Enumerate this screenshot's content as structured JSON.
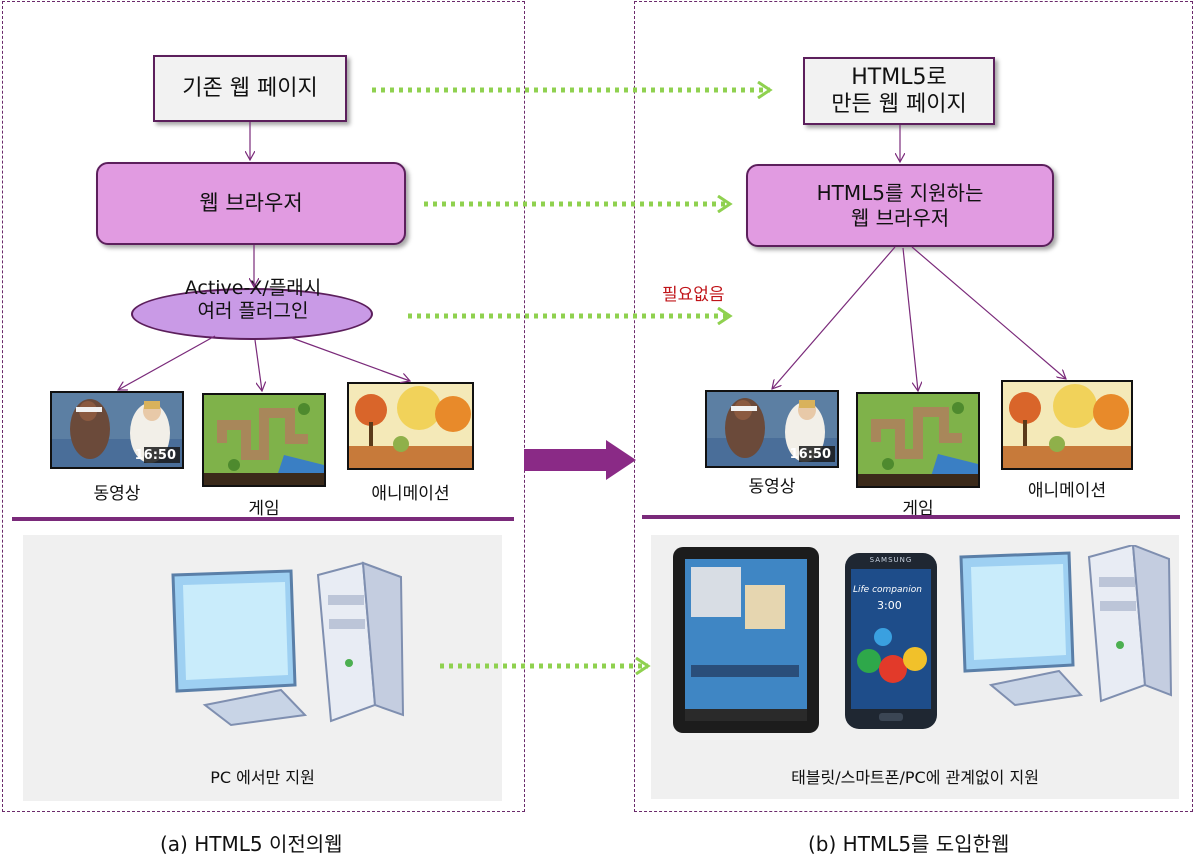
{
  "left": {
    "page_label": "기존 웹 페이지",
    "browser_label": "웹 브라우저",
    "plugin_label": "Active-X/플래시여러 플러그인",
    "media": [
      {
        "label": "동영상",
        "badge": "16:50"
      },
      {
        "label": "게임"
      },
      {
        "label": "애니메이션"
      }
    ],
    "device_caption": "PC 에서만 지원",
    "caption": "(a) HTML5 이전의웹"
  },
  "right": {
    "page_label_line1": "HTML5로",
    "page_label_line2": "만든 웹 페이지",
    "browser_label_line1": "HTML5를 지원하는",
    "browser_label_line2": "웹 브라우저",
    "no_need_label": "필요없음",
    "media": [
      {
        "label": "동영상",
        "badge": "16:50"
      },
      {
        "label": "게임"
      },
      {
        "label": "애니메이션"
      }
    ],
    "phone_brand": "SAMSUNG",
    "phone_text": "Life companion",
    "phone_time": "3:00",
    "device_caption": "태블릿/스마트폰/PC에 관계없이 지원",
    "caption": "(b) HTML5를 도입한웹"
  },
  "colors": {
    "panel_border": "#6b2a6b",
    "browser_fill": "#e19be1",
    "plugin_fill": "#c99ae6",
    "dotted_arrow": "#8fd14f",
    "divider": "#7a2a7a",
    "no_need_text": "#c0151a"
  }
}
